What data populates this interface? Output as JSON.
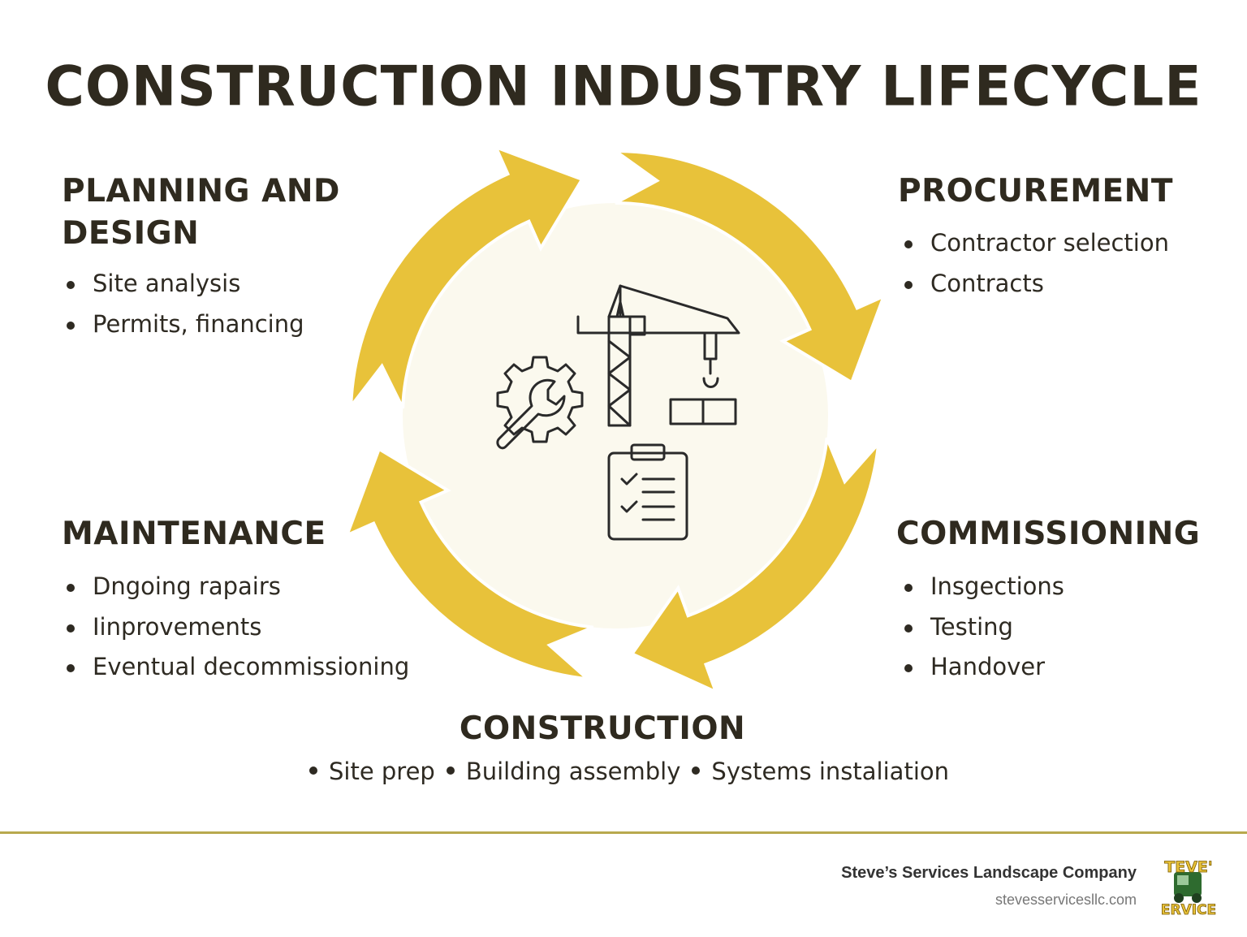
{
  "title": "CONSTRUCTION INDUSTRY LIFECYCLE",
  "phases": {
    "planning": {
      "heading_line1": "PLANNING AND",
      "heading_line2": "DESIGN",
      "items": [
        "Site analysis",
        "Permits, financing"
      ]
    },
    "procurement": {
      "heading": "PROCUREMENT",
      "items": [
        "Contractor selection",
        "Contracts"
      ]
    },
    "maintenance": {
      "heading": "MAINTENANCE",
      "items": [
        "Dngoing rapairs",
        "Iinprovements",
        "Eventual decommissioning"
      ]
    },
    "commissioning": {
      "heading": "COMMISSIONING",
      "items": [
        "Insgections",
        "Testing",
        "Handover"
      ]
    },
    "construction": {
      "heading": "CONSTRUCTION",
      "items": [
        "Site prep",
        "Building assembly",
        "Systems instaliation"
      ]
    }
  },
  "center_icons": [
    "gear-wrench-icon",
    "crane-icon",
    "checklist-clipboard-icon"
  ],
  "footer": {
    "company": "Steve’s Services Landscape Company",
    "website": "stevesservicesllc.com",
    "logo_text_top": "TEVE'",
    "logo_text_bottom": "ERVICE"
  },
  "colors": {
    "arrow_yellow": "#e8c23a",
    "center_fill": "#fbf9ee",
    "text_dark": "#2f2a1f",
    "rule": "#b8a94e",
    "logo_green": "#2e6b2f"
  }
}
